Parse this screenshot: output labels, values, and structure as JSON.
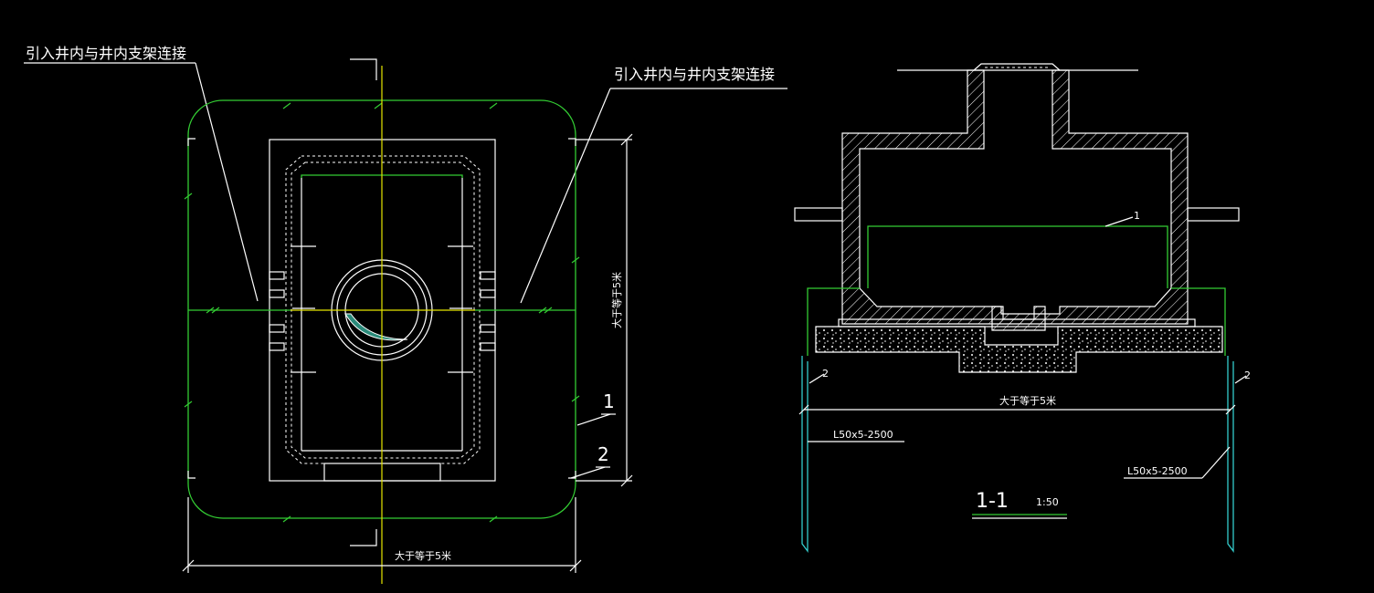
{
  "callouts": {
    "left_note": "引入井内与井内支架连接",
    "right_note": "引入井内与井内支架连接"
  },
  "plan": {
    "dim_vertical": "大于等于5米",
    "dim_horizontal": "大于等于5米",
    "marker_1": "1",
    "marker_2": "2"
  },
  "section": {
    "label_1": "1",
    "label_2_left": "2",
    "label_2_right": "2",
    "dim_horizontal": "大于等于5米",
    "angle_left": "L50x5-2500",
    "angle_right": "L50x5-2500",
    "title": "1-1",
    "scale": "1:50"
  },
  "colors": {
    "background": "#000000",
    "line": "#ffffff",
    "ground_ring": "#33cc33",
    "axis": "#e6e600",
    "steel": "#33cccc",
    "fill": "#2a8a7a"
  }
}
